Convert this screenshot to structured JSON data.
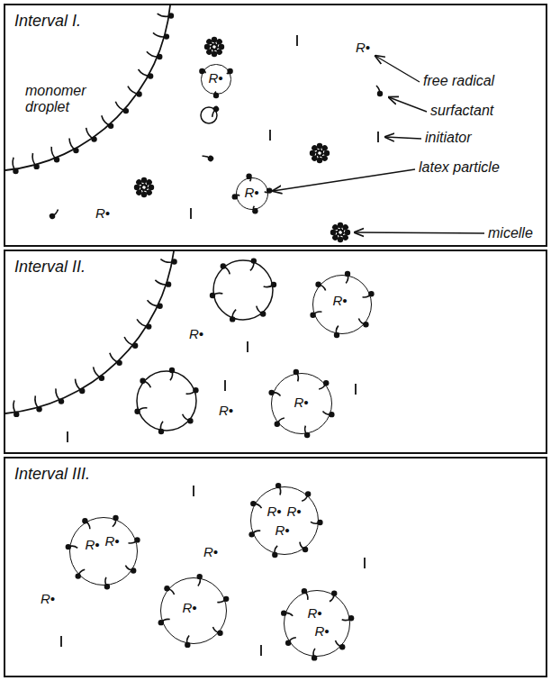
{
  "diagram": {
    "nodes": [
      {
        "text": [
          "Interval I."
        ]
      },
      {
        "text": [
          "monomer droplet"
        ],
        "in": 0
      },
      {
        "text": [
          "R•"
        ],
        "in": 0
      },
      {
        "text": [
          "R•"
        ],
        "in": 0
      },
      {
        "text": [
          "Interval II."
        ]
      },
      {
        "text": [
          "R•"
        ],
        "in": 4
      },
      {
        "text": [
          "R•"
        ],
        "in": 4
      },
      {
        "text": [
          "Interval III."
        ]
      },
      {
        "text": [
          "R•",
          "R•",
          "R•"
        ],
        "in": 7
      },
      {
        "text": [
          "R•",
          "R•"
        ],
        "in": 7
      },
      {
        "text": [
          "R•"
        ],
        "in": 7
      },
      {
        "text": [
          "R•",
          "R•"
        ],
        "in": 7
      }
    ],
    "labels": [
      "R•",
      "free radical",
      "surfactant",
      "initiator",
      "latex particle",
      "R•",
      "micelle",
      "R•",
      "R•",
      "R•",
      "R•"
    ]
  }
}
